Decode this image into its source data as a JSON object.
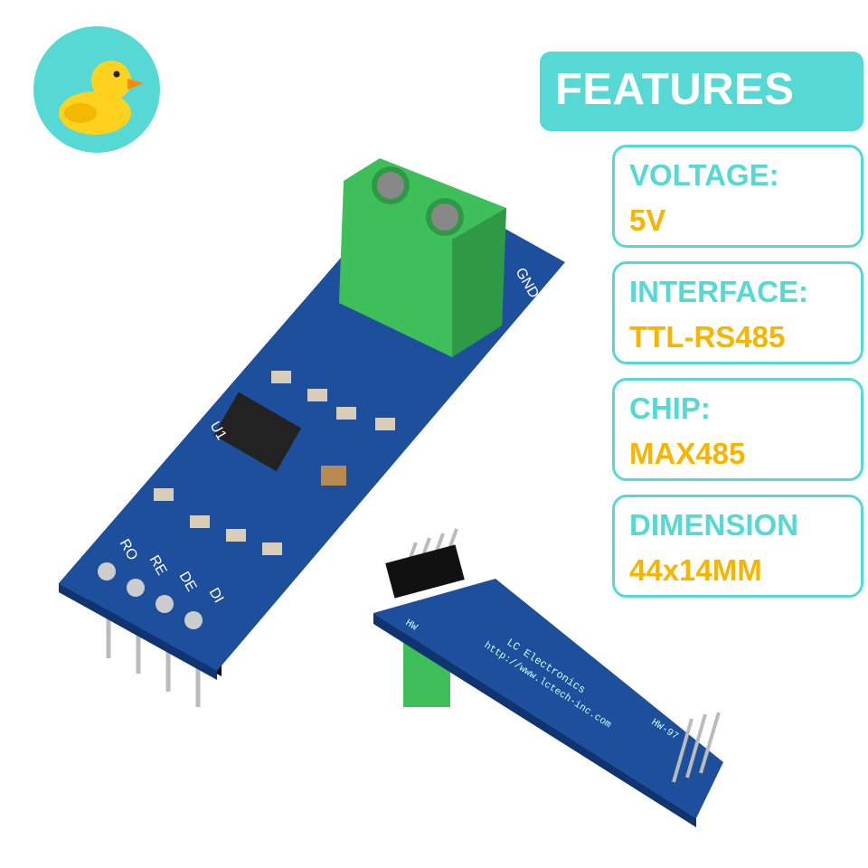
{
  "colors": {
    "accent": "#56d9d5",
    "value": "#f7b500",
    "pcb": "#1d4f9c",
    "terminal": "#3fbf5a"
  },
  "logo": {
    "icon": "rubber-duck-icon"
  },
  "features": {
    "title": "FEATURES",
    "items": [
      {
        "label": "VOLTAGE:",
        "value": "5V"
      },
      {
        "label": "INTERFACE:",
        "value": "TTL-RS485"
      },
      {
        "label": "CHIP:",
        "value": "MAX485"
      },
      {
        "label": "DIMENSION",
        "value": "44x14MM"
      }
    ]
  },
  "board_front": {
    "pin_labels": [
      "RO",
      "RE",
      "DE",
      "DI"
    ],
    "chip_label": "U1",
    "gnd_label": "GND"
  },
  "board_back": {
    "brand": "LC Electronics",
    "url": "http://www.lctech-inc.com",
    "model": "HW-97",
    "short": "HW"
  }
}
